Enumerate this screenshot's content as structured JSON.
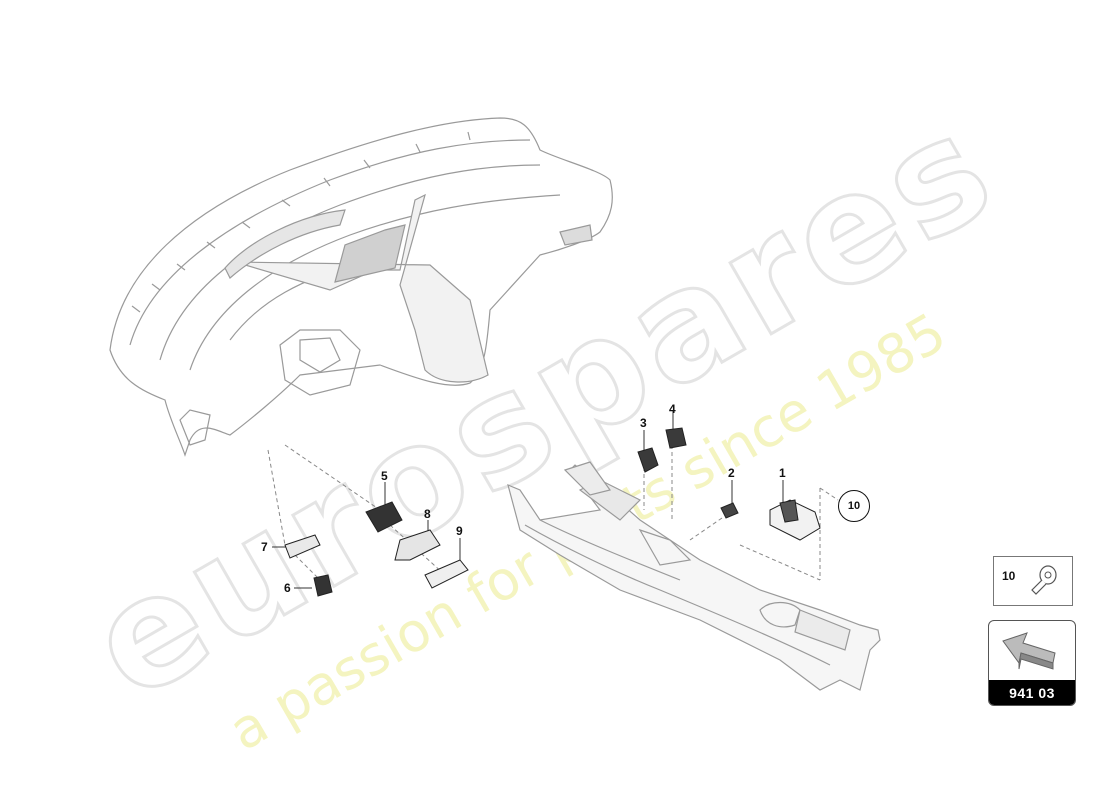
{
  "diagram": {
    "type": "exploded-parts-view",
    "assemblies": [
      {
        "name": "dashboard",
        "description": "instrument panel wireframe"
      },
      {
        "name": "center-console",
        "description": "center tunnel console wireframe"
      }
    ],
    "callouts": [
      {
        "id": "1",
        "label": "1"
      },
      {
        "id": "2",
        "label": "2"
      },
      {
        "id": "3",
        "label": "3"
      },
      {
        "id": "4",
        "label": "4"
      },
      {
        "id": "5",
        "label": "5"
      },
      {
        "id": "6",
        "label": "6"
      },
      {
        "id": "7",
        "label": "7"
      },
      {
        "id": "8",
        "label": "8"
      },
      {
        "id": "9",
        "label": "9"
      }
    ],
    "circled_callout": {
      "label": "10"
    },
    "legend": {
      "item_number": "10",
      "item_icon": "screw-icon"
    },
    "reference_badge": {
      "label": "941 03",
      "icon": "arrow-3d-icon"
    }
  },
  "watermark": {
    "brand": "eurospares",
    "tagline": "a passion for parts since 1985",
    "brand_color": "#e4e4e4",
    "tagline_color": "#f4f4c0"
  }
}
